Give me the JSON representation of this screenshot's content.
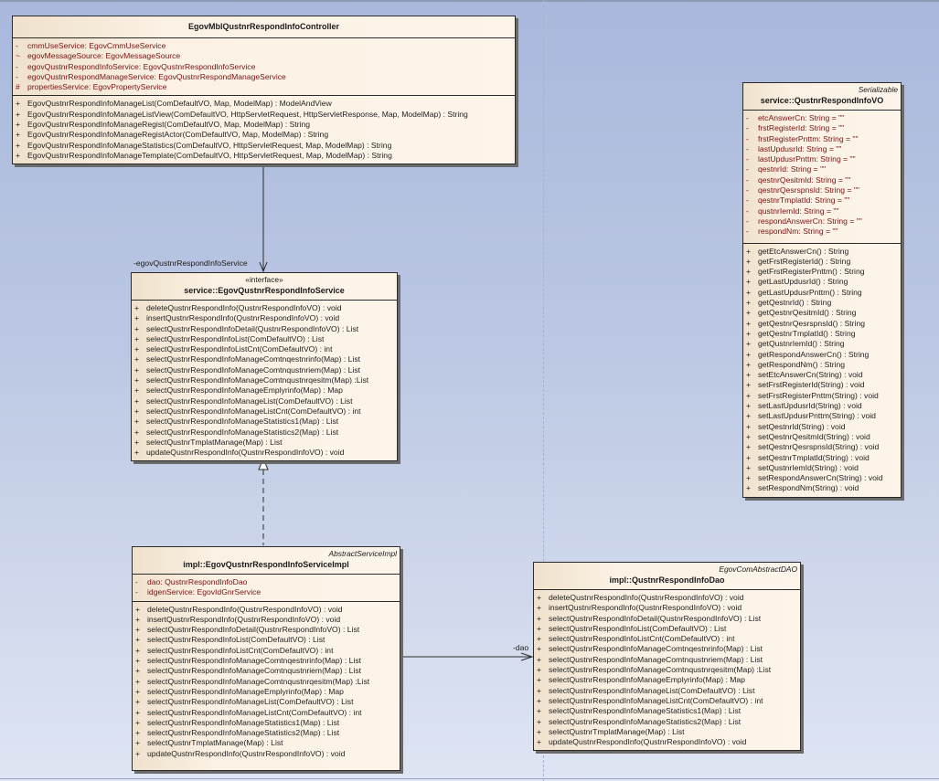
{
  "diagram": {
    "classes": {
      "controller": {
        "stereotype": "",
        "name": "EgovMblQustnrRespondInfoController",
        "attributes": [
          {
            "vis": "-",
            "text": "cmmUseService:  EgovCmmUseService"
          },
          {
            "vis": "~",
            "text": "egovMessageSource:  EgovMessageSource"
          },
          {
            "vis": "-",
            "text": "egovQustnrRespondInfoService:  EgovQustnrRespondInfoService"
          },
          {
            "vis": "-",
            "text": "egovQustnrRespondManageService:  EgovQustnrRespondManageService"
          },
          {
            "vis": "#",
            "text": "propertiesService:  EgovPropertyService"
          }
        ],
        "operations": [
          {
            "vis": "+",
            "text": "EgovQustnrRespondInfoManageList(ComDefaultVO, Map, ModelMap) : ModelAndView"
          },
          {
            "vis": "+",
            "text": "EgovQustnrRespondInfoManageListView(ComDefaultVO, HttpServletRequest, HttpServletResponse, Map, ModelMap) : String"
          },
          {
            "vis": "+",
            "text": "EgovQustnrRespondInfoManageRegist(ComDefaultVO, Map, ModelMap) : String"
          },
          {
            "vis": "+",
            "text": "EgovQustnrRespondInfoManageRegistActor(ComDefaultVO, Map, ModelMap) : String"
          },
          {
            "vis": "+",
            "text": "EgovQustnrRespondInfoManageStatistics(ComDefaultVO, HttpServletRequest, Map, ModelMap) : String"
          },
          {
            "vis": "+",
            "text": "EgovQustnrRespondInfoManageTemplate(ComDefaultVO, HttpServletRequest, Map, ModelMap) : String"
          }
        ]
      },
      "service": {
        "stereotype": "«interface»",
        "name": "service::EgovQustnrRespondInfoService",
        "attributes": [],
        "operations": [
          {
            "vis": "+",
            "text": "deleteQustnrRespondInfo(QustnrRespondInfoVO) : void"
          },
          {
            "vis": "+",
            "text": "insertQustnrRespondInfo(QustnrRespondInfoVO) : void"
          },
          {
            "vis": "+",
            "text": "selectQustnrRespondInfoDetail(QustnrRespondInfoVO) : List"
          },
          {
            "vis": "+",
            "text": "selectQustnrRespondInfoList(ComDefaultVO) : List"
          },
          {
            "vis": "+",
            "text": "selectQustnrRespondInfoListCnt(ComDefaultVO) : int"
          },
          {
            "vis": "+",
            "text": "selectQustnrRespondInfoManageComtnqestnrinfo(Map) : List"
          },
          {
            "vis": "+",
            "text": "selectQustnrRespondInfoManageComtnqustnriem(Map) : List"
          },
          {
            "vis": "+",
            "text": "selectQustnrRespondInfoManageComtnqustnrqesitm(Map) :List"
          },
          {
            "vis": "+",
            "text": "selectQustnrRespondInfoManageEmplyrinfo(Map) : Map"
          },
          {
            "vis": "+",
            "text": "selectQustnrRespondInfoManageList(ComDefaultVO) : List"
          },
          {
            "vis": "+",
            "text": "selectQustnrRespondInfoManageListCnt(ComDefaultVO) : int"
          },
          {
            "vis": "+",
            "text": "selectQustnrRespondInfoManageStatistics1(Map) : List"
          },
          {
            "vis": "+",
            "text": "selectQustnrRespondInfoManageStatistics2(Map) : List"
          },
          {
            "vis": "+",
            "text": "selectQustnrTmplatManage(Map) : List"
          },
          {
            "vis": "+",
            "text": "updateQustnrRespondInfo(QustnrRespondInfoVO) : void"
          }
        ]
      },
      "service_impl": {
        "stereotype": "AbstractServiceImpl",
        "name": "impl::EgovQustnrRespondInfoServiceImpl",
        "attributes": [
          {
            "vis": "-",
            "text": "dao:  QustnrRespondInfoDao"
          },
          {
            "vis": "-",
            "text": "idgenService:  EgovIdGnrService"
          }
        ],
        "operations": [
          {
            "vis": "+",
            "text": "deleteQustnrRespondInfo(QustnrRespondInfoVO) : void"
          },
          {
            "vis": "+",
            "text": "insertQustnrRespondInfo(QustnrRespondInfoVO) : void"
          },
          {
            "vis": "+",
            "text": "selectQustnrRespondInfoDetail(QustnrRespondInfoVO) : List"
          },
          {
            "vis": "+",
            "text": "selectQustnrRespondInfoList(ComDefaultVO) : List"
          },
          {
            "vis": "+",
            "text": "selectQustnrRespondInfoListCnt(ComDefaultVO) : int"
          },
          {
            "vis": "+",
            "text": "selectQustnrRespondInfoManageComtnqestnrinfo(Map) : List"
          },
          {
            "vis": "+",
            "text": "selectQustnrRespondInfoManageComtnqustnriem(Map) : List"
          },
          {
            "vis": "+",
            "text": "selectQustnrRespondInfoManageComtnqustnrqesitm(Map) :List"
          },
          {
            "vis": "+",
            "text": "selectQustnrRespondInfoManageEmplyrinfo(Map) : Map"
          },
          {
            "vis": "+",
            "text": "selectQustnrRespondInfoManageList(ComDefaultVO) : List"
          },
          {
            "vis": "+",
            "text": "selectQustnrRespondInfoManageListCnt(ComDefaultVO) : int"
          },
          {
            "vis": "+",
            "text": "selectQustnrRespondInfoManageStatistics1(Map) : List"
          },
          {
            "vis": "+",
            "text": "selectQustnrRespondInfoManageStatistics2(Map) : List"
          },
          {
            "vis": "+",
            "text": "selectQustnrTmplatManage(Map) : List"
          },
          {
            "vis": "+",
            "text": "updateQustnrRespondInfo(QustnrRespondInfoVO) : void"
          }
        ]
      },
      "dao": {
        "stereotype": "EgovComAbstractDAO",
        "name": "impl::QustnrRespondInfoDao",
        "attributes": [],
        "operations": [
          {
            "vis": "+",
            "text": "deleteQustnrRespondInfo(QustnrRespondInfoVO) : void"
          },
          {
            "vis": "+",
            "text": "insertQustnrRespondInfo(QustnrRespondInfoVO) : void"
          },
          {
            "vis": "+",
            "text": "selectQustnrRespondInfoDetail(QustnrRespondInfoVO) : List"
          },
          {
            "vis": "+",
            "text": "selectQustnrRespondInfoList(ComDefaultVO) : List"
          },
          {
            "vis": "+",
            "text": "selectQustnrRespondInfoListCnt(ComDefaultVO) : int"
          },
          {
            "vis": "+",
            "text": "selectQustnrRespondInfoManageComtnqestnrinfo(Map) : List"
          },
          {
            "vis": "+",
            "text": "selectQustnrRespondInfoManageComtnqustnriem(Map) : List"
          },
          {
            "vis": "+",
            "text": "selectQustnrRespondInfoManageComtnqustnrqesitm(Map) :List"
          },
          {
            "vis": "+",
            "text": "selectQustnrRespondInfoManageEmplyrinfo(Map) : Map"
          },
          {
            "vis": "+",
            "text": "selectQustnrRespondInfoManageList(ComDefaultVO) : List"
          },
          {
            "vis": "+",
            "text": "selectQustnrRespondInfoManageListCnt(ComDefaultVO) : int"
          },
          {
            "vis": "+",
            "text": "selectQustnrRespondInfoManageStatistics1(Map) : List"
          },
          {
            "vis": "+",
            "text": "selectQustnrRespondInfoManageStatistics2(Map) : List"
          },
          {
            "vis": "+",
            "text": "selectQustnrTmplatManage(Map) : List"
          },
          {
            "vis": "+",
            "text": "updateQustnrRespondInfo(QustnrRespondInfoVO) : void"
          }
        ]
      },
      "vo": {
        "stereotype": "Serializable",
        "name": "service::QustnrRespondInfoVO",
        "attributes": [
          {
            "vis": "-",
            "text": "etcAnswerCn:  String = \"\""
          },
          {
            "vis": "-",
            "text": "frstRegisterId:  String = \"\""
          },
          {
            "vis": "-",
            "text": "frstRegisterPnttm:  String = \"\""
          },
          {
            "vis": "-",
            "text": "lastUpdusrId:  String = \"\""
          },
          {
            "vis": "-",
            "text": "lastUpdusrPnttm:  String = \"\""
          },
          {
            "vis": "-",
            "text": "qestnrId:  String = \"\""
          },
          {
            "vis": "-",
            "text": "qestnrQesitmId:  String = \"\""
          },
          {
            "vis": "-",
            "text": "qestnrQesrspnsId:  String = \"\""
          },
          {
            "vis": "-",
            "text": "qestnrTmplatId:  String = \"\""
          },
          {
            "vis": "-",
            "text": "qustnrIemId:  String = \"\""
          },
          {
            "vis": "-",
            "text": "respondAnswerCn:  String = \"\""
          },
          {
            "vis": "-",
            "text": "respondNm:  String = \"\""
          }
        ],
        "operations": [
          {
            "vis": "+",
            "text": "getEtcAnswerCn() : String"
          },
          {
            "vis": "+",
            "text": "getFrstRegisterId() : String"
          },
          {
            "vis": "+",
            "text": "getFrstRegisterPnttm() : String"
          },
          {
            "vis": "+",
            "text": "getLastUpdusrId() : String"
          },
          {
            "vis": "+",
            "text": "getLastUpdusrPnttm() : String"
          },
          {
            "vis": "+",
            "text": "getQestnrId() : String"
          },
          {
            "vis": "+",
            "text": "getQestnrQesitmId() : String"
          },
          {
            "vis": "+",
            "text": "getQestnrQesrspnsId() : String"
          },
          {
            "vis": "+",
            "text": "getQestnrTmplatId() : String"
          },
          {
            "vis": "+",
            "text": "getQustnrIemId() : String"
          },
          {
            "vis": "+",
            "text": "getRespondAnswerCn() : String"
          },
          {
            "vis": "+",
            "text": "getRespondNm() : String"
          },
          {
            "vis": "+",
            "text": "setEtcAnswerCn(String) : void"
          },
          {
            "vis": "+",
            "text": "setFrstRegisterId(String) : void"
          },
          {
            "vis": "+",
            "text": "setFrstRegisterPnttm(String) : void"
          },
          {
            "vis": "+",
            "text": "setLastUpdusrId(String) : void"
          },
          {
            "vis": "+",
            "text": "setLastUpdusrPnttm(String) : void"
          },
          {
            "vis": "+",
            "text": "setQestnrId(String) : void"
          },
          {
            "vis": "+",
            "text": "setQestnrQesitmId(String) : void"
          },
          {
            "vis": "+",
            "text": "setQestnrQesrspnsId(String) : void"
          },
          {
            "vis": "+",
            "text": "setQestnrTmplatId(String) : void"
          },
          {
            "vis": "+",
            "text": "setQustnrIemId(String) : void"
          },
          {
            "vis": "+",
            "text": "setRespondAnswerCn(String) : void"
          },
          {
            "vis": "+",
            "text": "setRespondNm(String) : void"
          }
        ]
      }
    },
    "connectors": {
      "controller_to_service": {
        "type": "association",
        "label": "-egovQustnrRespondInfoService"
      },
      "impl_to_service": {
        "type": "realization",
        "label": ""
      },
      "impl_to_dao": {
        "type": "association",
        "label": "-dao"
      }
    },
    "colors": {
      "background_top": "#a9b8dc",
      "background_bottom": "#dfe5f3",
      "class_fill": "#fdf5ea",
      "attribute_text": "#7a1212",
      "operation_text": "#1e1e1e",
      "border": "#2b2b2b"
    }
  }
}
